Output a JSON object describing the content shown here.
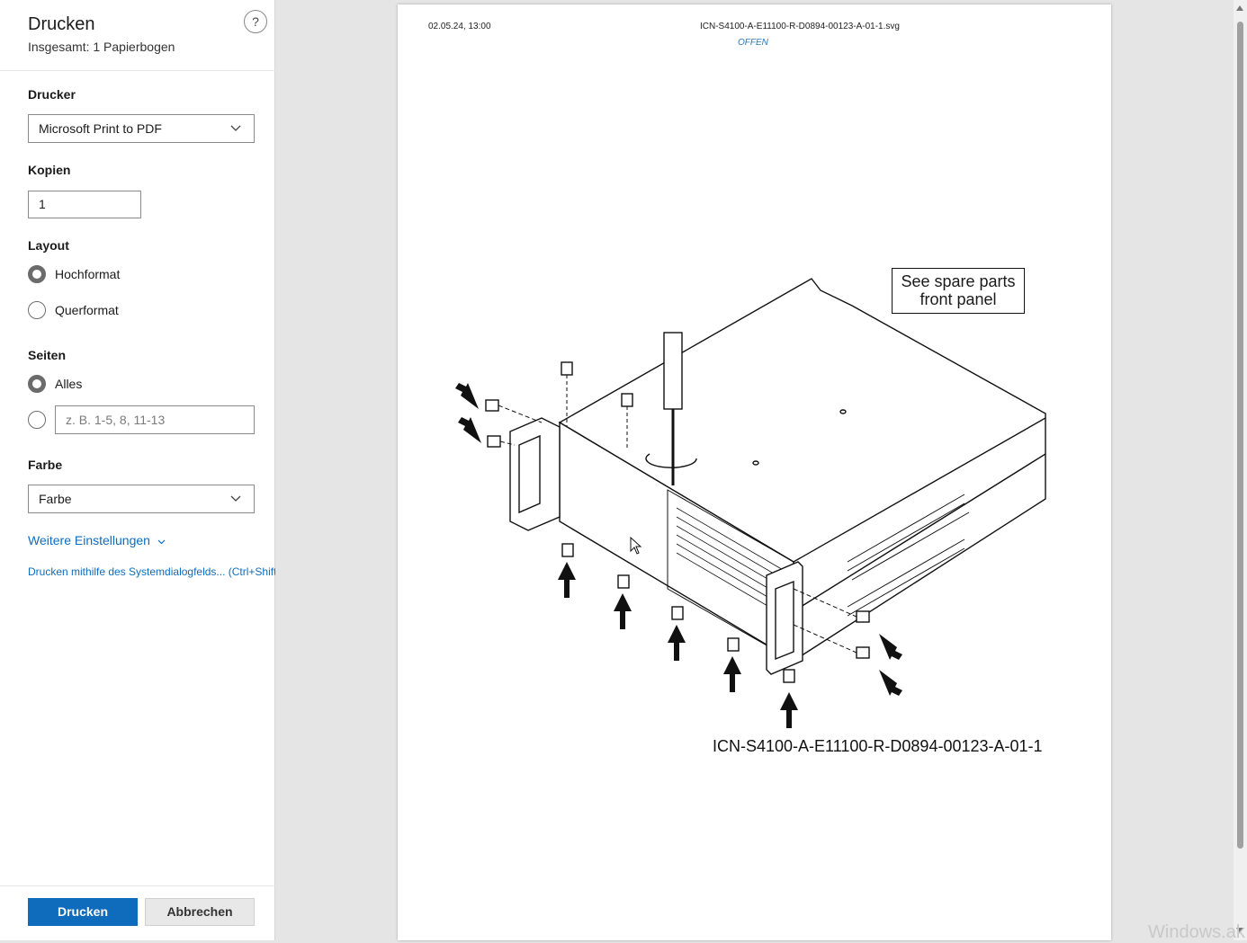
{
  "dialog": {
    "title": "Drucken",
    "subtitle": "Insgesamt: 1 Papierbogen",
    "help_label": "?"
  },
  "printer": {
    "label": "Drucker",
    "value": "Microsoft Print to PDF"
  },
  "copies": {
    "label": "Kopien",
    "value": "1"
  },
  "layout": {
    "label": "Layout",
    "options": [
      {
        "label": "Hochformat",
        "checked": true
      },
      {
        "label": "Querformat",
        "checked": false
      }
    ]
  },
  "pages": {
    "label": "Seiten",
    "options": [
      {
        "label": "Alles",
        "checked": true
      },
      {
        "label": "",
        "checked": false
      }
    ],
    "range_placeholder": "z. B. 1-5, 8, 11-13"
  },
  "color": {
    "label": "Farbe",
    "value": "Farbe"
  },
  "links": {
    "more_settings": "Weitere Einstellungen",
    "system_dialog": "Drucken mithilfe des Systemdialogfelds... (Ctrl+Shift"
  },
  "buttons": {
    "print": "Drucken",
    "cancel": "Abbrechen"
  },
  "preview": {
    "header_date": "02.05.24, 13:00",
    "header_file": "ICN-S4100-A-E11100-R-D0894-00123-A-01-1.svg",
    "header_status": "OFFEN",
    "callout_line1": "See spare parts",
    "callout_line2": "front panel",
    "icn_code": "ICN-S4100-A-E11100-R-D0894-00123-A-01-1"
  },
  "watermark": "Windows.ak",
  "colors": {
    "accent": "#0f6cbd",
    "status_blue": "#2a7ab8"
  }
}
